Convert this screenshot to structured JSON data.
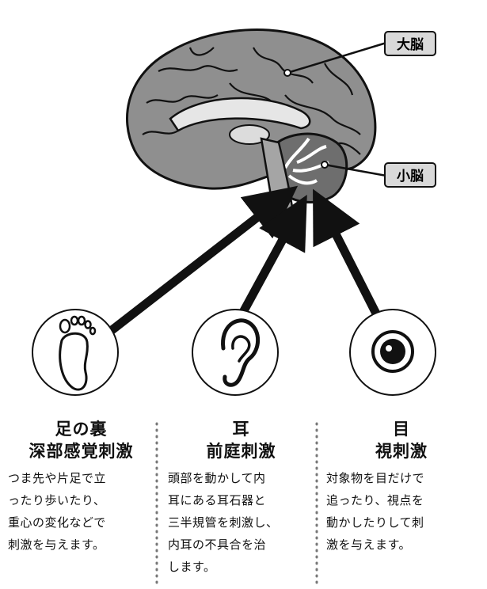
{
  "labels": {
    "cerebrum": "大脳",
    "cerebellum": "小脳"
  },
  "columns": [
    {
      "title_lines": [
        "足の裏",
        "深部感覚刺激"
      ],
      "body_lines": [
        "つま先や片足で立",
        "ったり歩いたり、",
        "重心の変化などで",
        "刺激を与えます。"
      ],
      "icon": "foot-icon"
    },
    {
      "title_lines": [
        "耳",
        "前庭刺激"
      ],
      "body_lines": [
        "頭部を動かして内",
        "耳にある耳石器と",
        "三半規管を刺激し、",
        "内耳の不具合を治",
        "します。"
      ],
      "icon": "ear-icon"
    },
    {
      "title_lines": [
        "目",
        "視刺激"
      ],
      "body_lines": [
        "対象物を目だけで",
        "追ったり、視点を",
        "動かしたりして刺",
        "激を与えます。"
      ],
      "icon": "eye-icon"
    }
  ],
  "colors": {
    "ink": "#111111",
    "brain_fill": "#8f8f8f",
    "label_bg": "#d9d9d9"
  }
}
